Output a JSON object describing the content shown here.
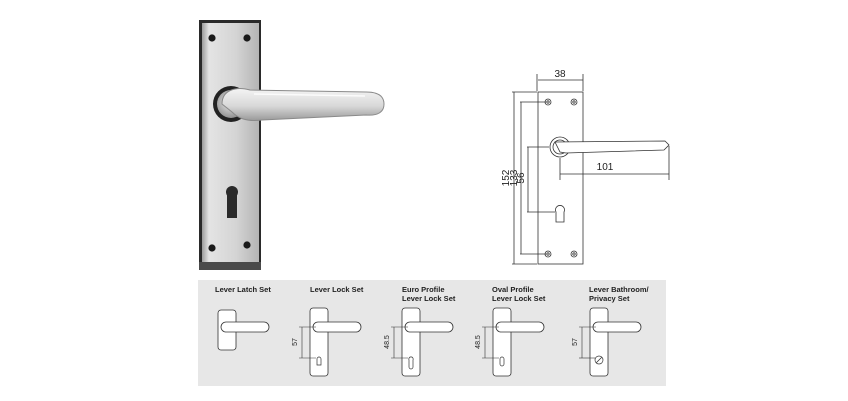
{
  "drawing": {
    "width_dim": "38",
    "height_total": "152",
    "height_center": "133",
    "height_keyhole": "56",
    "lever_length": "101"
  },
  "variants": [
    {
      "label_line1": "Lever Latch Set",
      "label_line2": "",
      "dim": ""
    },
    {
      "label_line1": "Lever Lock Set",
      "label_line2": "",
      "dim": "57"
    },
    {
      "label_line1": "Euro Profile",
      "label_line2": "Lever Lock Set",
      "dim": "48.5"
    },
    {
      "label_line1": "Oval Profile",
      "label_line2": "Lever Lock Set",
      "dim": "48.5"
    },
    {
      "label_line1": "Lever Bathroom/",
      "label_line2": "Privacy Set",
      "dim": "57"
    }
  ],
  "colors": {
    "panel_bg": "#e7e7e7",
    "plate_silver": "#d6d6d6",
    "line": "#333333"
  }
}
